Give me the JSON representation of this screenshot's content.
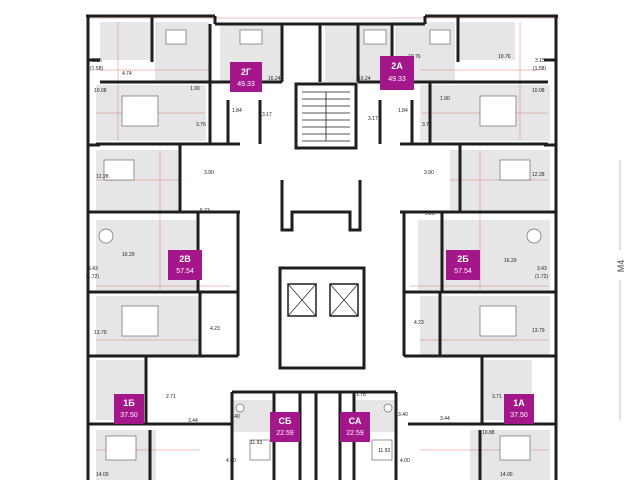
{
  "colors": {
    "badge": "#a3178a",
    "wall": "#1e1e1e",
    "room_fill": "#e9e9e9",
    "dim_line": "#e07a7a"
  },
  "side_label": "М4",
  "apartments": [
    {
      "code": "2Г",
      "area": "49.33"
    },
    {
      "code": "2А",
      "area": "49.33"
    },
    {
      "code": "2В",
      "area": "57.54"
    },
    {
      "code": "2Б",
      "area": "57.54"
    },
    {
      "code": "1Б",
      "area": "37.50"
    },
    {
      "code": "1А",
      "area": "37.50"
    },
    {
      "code": "СБ",
      "area": "22.59"
    },
    {
      "code": "СА",
      "area": "22.59"
    }
  ],
  "rooms": {
    "r1": "3.15",
    "r2": "(1.58)",
    "r3": "4.74",
    "r4": "10.76",
    "r5": "3.15",
    "r6": "(1.58)",
    "r7": "10.76",
    "r8": "16.24",
    "r9": "16.24",
    "r10": "1.90",
    "r11": "1.90",
    "r12": "10.08",
    "r13": "10.08",
    "r14": "1.84",
    "r15": "1.84",
    "r16": "3.17",
    "r17": "3.17",
    "r18": "3.76",
    "r19": "3.76",
    "r20": "12.28",
    "r21": "12.28",
    "r22": "3.90",
    "r23": "3.90",
    "r24": "5.23",
    "r25": "5.23",
    "r26": "16.29",
    "r27": "16.29",
    "r28": "3.43",
    "r29": "(1.72)",
    "r30": "3.43",
    "r31": "(1.72)",
    "r32": "13.79",
    "r33": "13.79",
    "r34": "4.23",
    "r35": "4.23",
    "r36": "2.71",
    "r37": "3.71",
    "r38": "1.78",
    "r39": "3.40",
    "r40": "3.40",
    "r41": "3.44",
    "r42": "3.44",
    "r43": "11.93",
    "r44": "11.93",
    "r45": "10.88",
    "r46": "4.00",
    "r47": "4.00",
    "r48": "14.00",
    "r49": "14.00"
  }
}
